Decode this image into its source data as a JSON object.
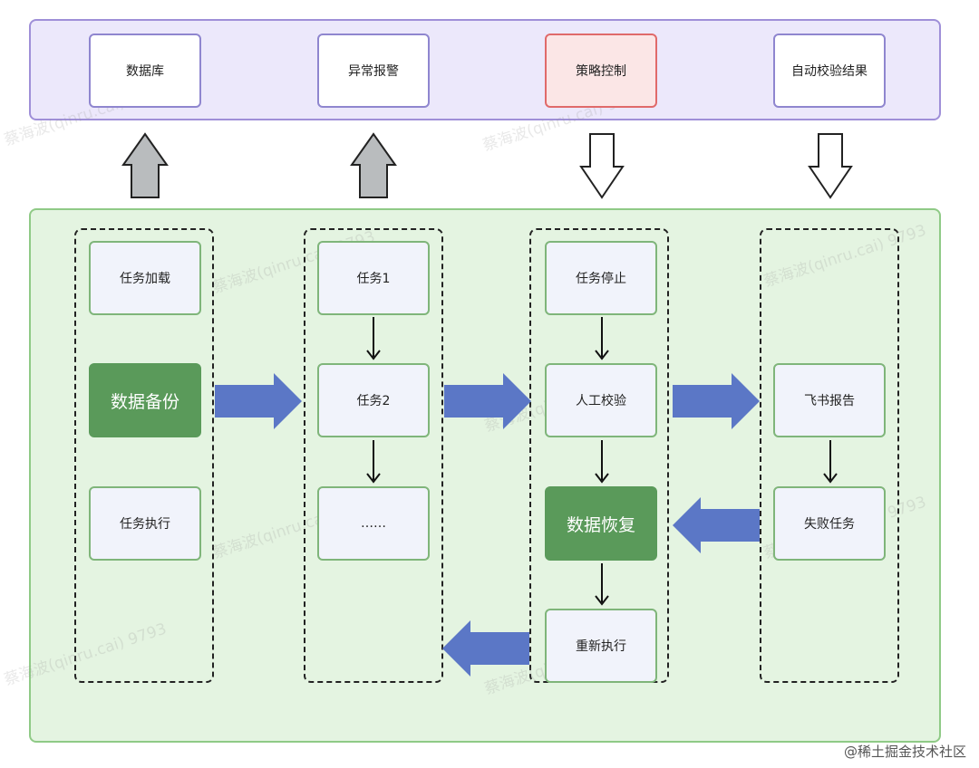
{
  "top": {
    "database": "数据库",
    "alert": "异常报警",
    "policy": "策略控制",
    "autocheck": "自动校验结果"
  },
  "col1": {
    "load": "任务加载",
    "backup": "数据备份",
    "exec": "任务执行"
  },
  "col2": {
    "task1": "任务1",
    "task2": "任务2",
    "more": "……"
  },
  "col3": {
    "stop": "任务停止",
    "manual": "人工校验",
    "restore": "数据恢复",
    "rerun": "重新执行"
  },
  "col4": {
    "feishu": "飞书报告",
    "failed": "失败任务"
  },
  "watermark": "蔡海波(qinru.cai) 9793",
  "footer": "@稀土掘金技术社区",
  "colors": {
    "primary_green": "#5a9a5a",
    "arrow_blue": "#5b77c6",
    "top_purple": "#ece8fb",
    "bottom_green": "#e4f4e1",
    "highlight_red": "#e06a6a"
  }
}
